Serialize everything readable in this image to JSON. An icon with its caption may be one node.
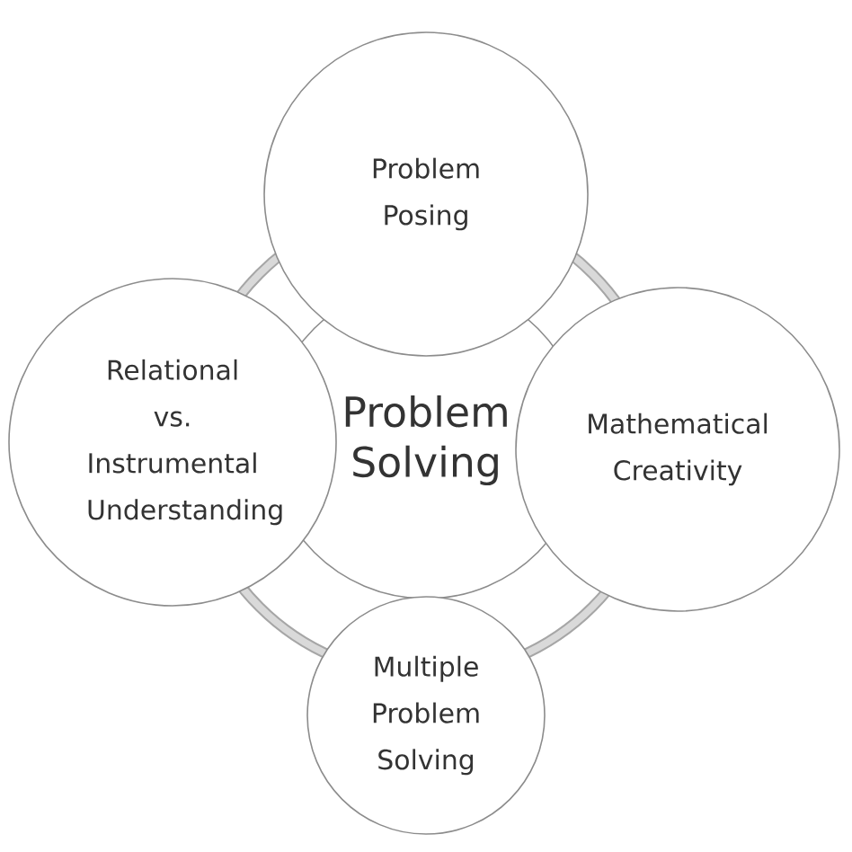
{
  "diagram": {
    "nodes": [
      {
        "text": [
          "Problem Solving"
        ]
      },
      {
        "text": [
          "Problem Posing"
        ]
      },
      {
        "text": [
          "Relational vs. Instrumental Understanding"
        ]
      },
      {
        "text": [
          "Mathematical Creativity"
        ]
      },
      {
        "text": [
          "Multiple Problem Solving"
        ]
      }
    ]
  }
}
